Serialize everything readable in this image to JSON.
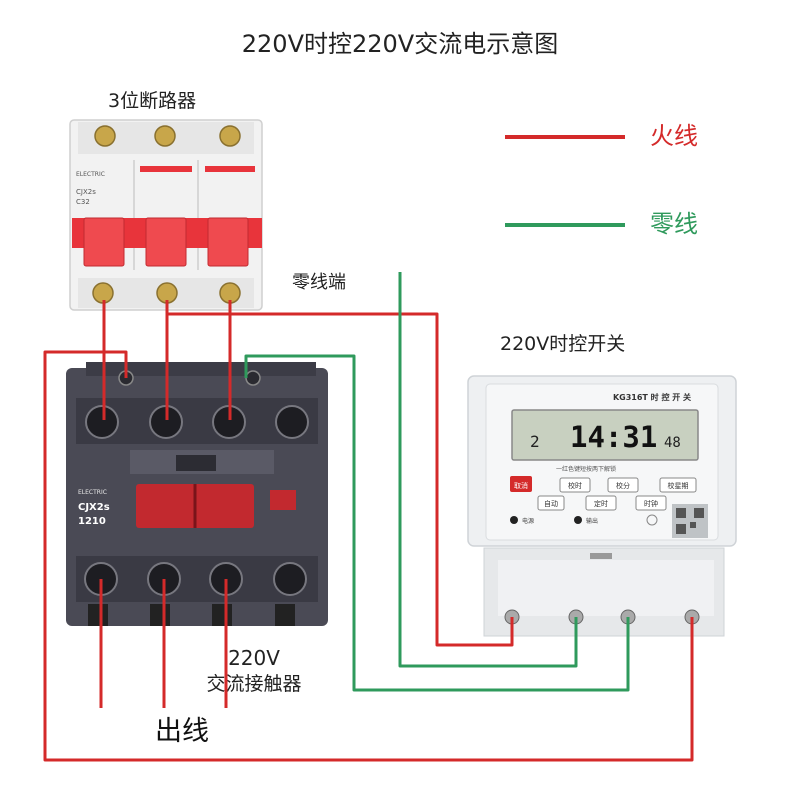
{
  "title": "220V时控220V交流电示意图",
  "breaker": {
    "label": "3位断路器",
    "brand": "ELECTRIC",
    "model": "CJX2s",
    "rating": "C32"
  },
  "legend": {
    "live": {
      "label": "火线",
      "color": "#d42a2a"
    },
    "neutral": {
      "label": "零线",
      "color": "#2f9a5c"
    }
  },
  "neutral_terminal_label": "零线端",
  "timer": {
    "title": "220V时控开关",
    "model": "KG316T 时 控 开 关",
    "display_day": "2",
    "display_time": "14:31",
    "display_seconds": "48",
    "instruction": "一红色键短按两下解锁",
    "buttons": [
      "取消",
      "校时",
      "校分",
      "校星期",
      "自动",
      "定时",
      "时钟"
    ],
    "led_power": "电源",
    "led_output": "输出"
  },
  "contactor": {
    "brand": "ELECTRIC",
    "model": "CJX2s",
    "rating": "1210",
    "label_line1": "220V",
    "label_line2": "交流接触器"
  },
  "output_label": "出线",
  "colors": {
    "live": "#d42a2a",
    "neutral": "#2f9a5c",
    "breaker_red": "#e8343b",
    "contactor_body": "#4a4a55",
    "timer_body": "#eef0f2",
    "lcd": "#c8d0c0"
  }
}
